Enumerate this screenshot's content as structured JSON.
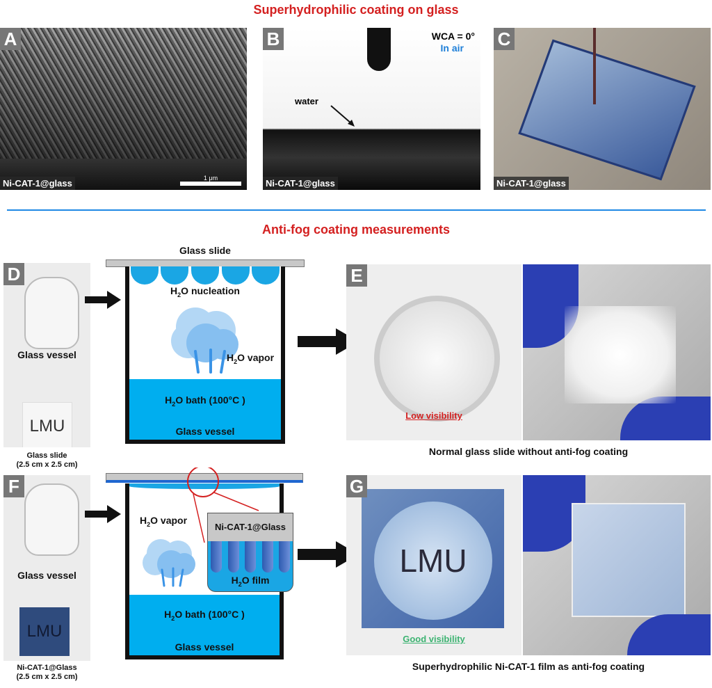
{
  "top_title": "Superhydrophilic coating on glass",
  "panel_a": {
    "letter": "A",
    "tag": "Ni-CAT-1@glass",
    "scale": "1 μm"
  },
  "panel_b": {
    "letter": "B",
    "tag": "Ni-CAT-1@glass",
    "wca": "WCA = 0°",
    "env": "In air",
    "water": "water"
  },
  "panel_c": {
    "letter": "C",
    "tag": "Ni-CAT-1@glass"
  },
  "bottom_title": "Anti-fog coating measurements",
  "panel_d": {
    "letter": "D",
    "vessel": "Glass vessel",
    "slide_text": "LMU",
    "slide": "Glass slide",
    "size": "(2.5 cm x 2.5 cm)"
  },
  "diagram_1": {
    "slide": "Glass slide",
    "nucleation": "O nucleation",
    "vapor": "O vapor",
    "bath": "O bath (100°C )",
    "vessel": "Glass vessel",
    "h": "H",
    "sub": "2"
  },
  "panel_e": {
    "letter": "E",
    "visibility": "Low visibility",
    "caption": "Normal glass slide without anti-fog coating"
  },
  "panel_f": {
    "letter": "F",
    "vessel": "Glass vessel",
    "slide_text": "LMU",
    "slide": "Ni-CAT-1@Glass",
    "size": "(2.5 cm x 2.5 cm)"
  },
  "diagram_2": {
    "vapor": "O vapor",
    "inset": "Ni-CAT-1@Glass",
    "film": "O film",
    "bath": "O bath (100°C )",
    "vessel": "Glass vessel",
    "h": "H",
    "sub": "2"
  },
  "panel_g": {
    "letter": "G",
    "lmu": "LMU",
    "visibility": "Good visibility",
    "caption": "Superhydrophilic Ni-CAT-1 film as anti-fog coating"
  },
  "colors": {
    "red": "#d42020",
    "blue": "#00aeef",
    "line": "#1e88e5",
    "green": "#3cb371"
  }
}
